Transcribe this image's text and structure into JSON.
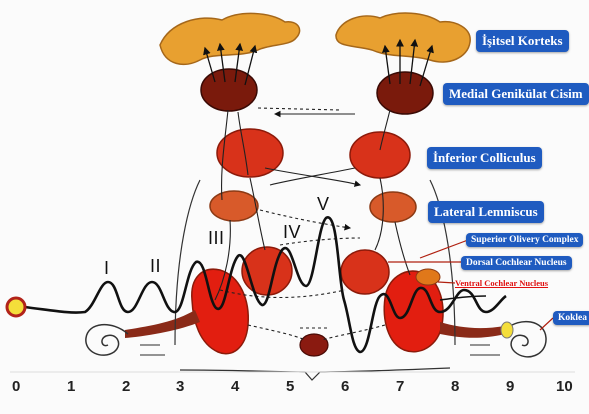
{
  "labels": {
    "auditory_cortex": "İşitsel Korteks",
    "medial_geniculate": "Medial Genikülat Cisim",
    "inferior_colliculus": "İnferior Colliculus",
    "lateral_lemniscus": "Lateral Lemniscus",
    "superior_olivary": "Superior Olivery Complex",
    "dorsal_cochlear": "Dorsal Cochlear Nucleus",
    "ventral_cochlear": "Ventral Cochlear Nucleus",
    "cochlea": "Koklea"
  },
  "waves": [
    "I",
    "II",
    "III",
    "IV",
    "V"
  ],
  "axis": [
    "0",
    "1",
    "2",
    "3",
    "4",
    "5",
    "6",
    "7",
    "8",
    "9",
    "10"
  ],
  "colors": {
    "cortex": "#e8a030",
    "medial_geniculate": "#7a1a0c",
    "nucleus_red": "#d8321a",
    "nucleus_orange": "#d85a2a",
    "label_bg": "#1f5bc0",
    "label_red_text": "#e01010"
  }
}
